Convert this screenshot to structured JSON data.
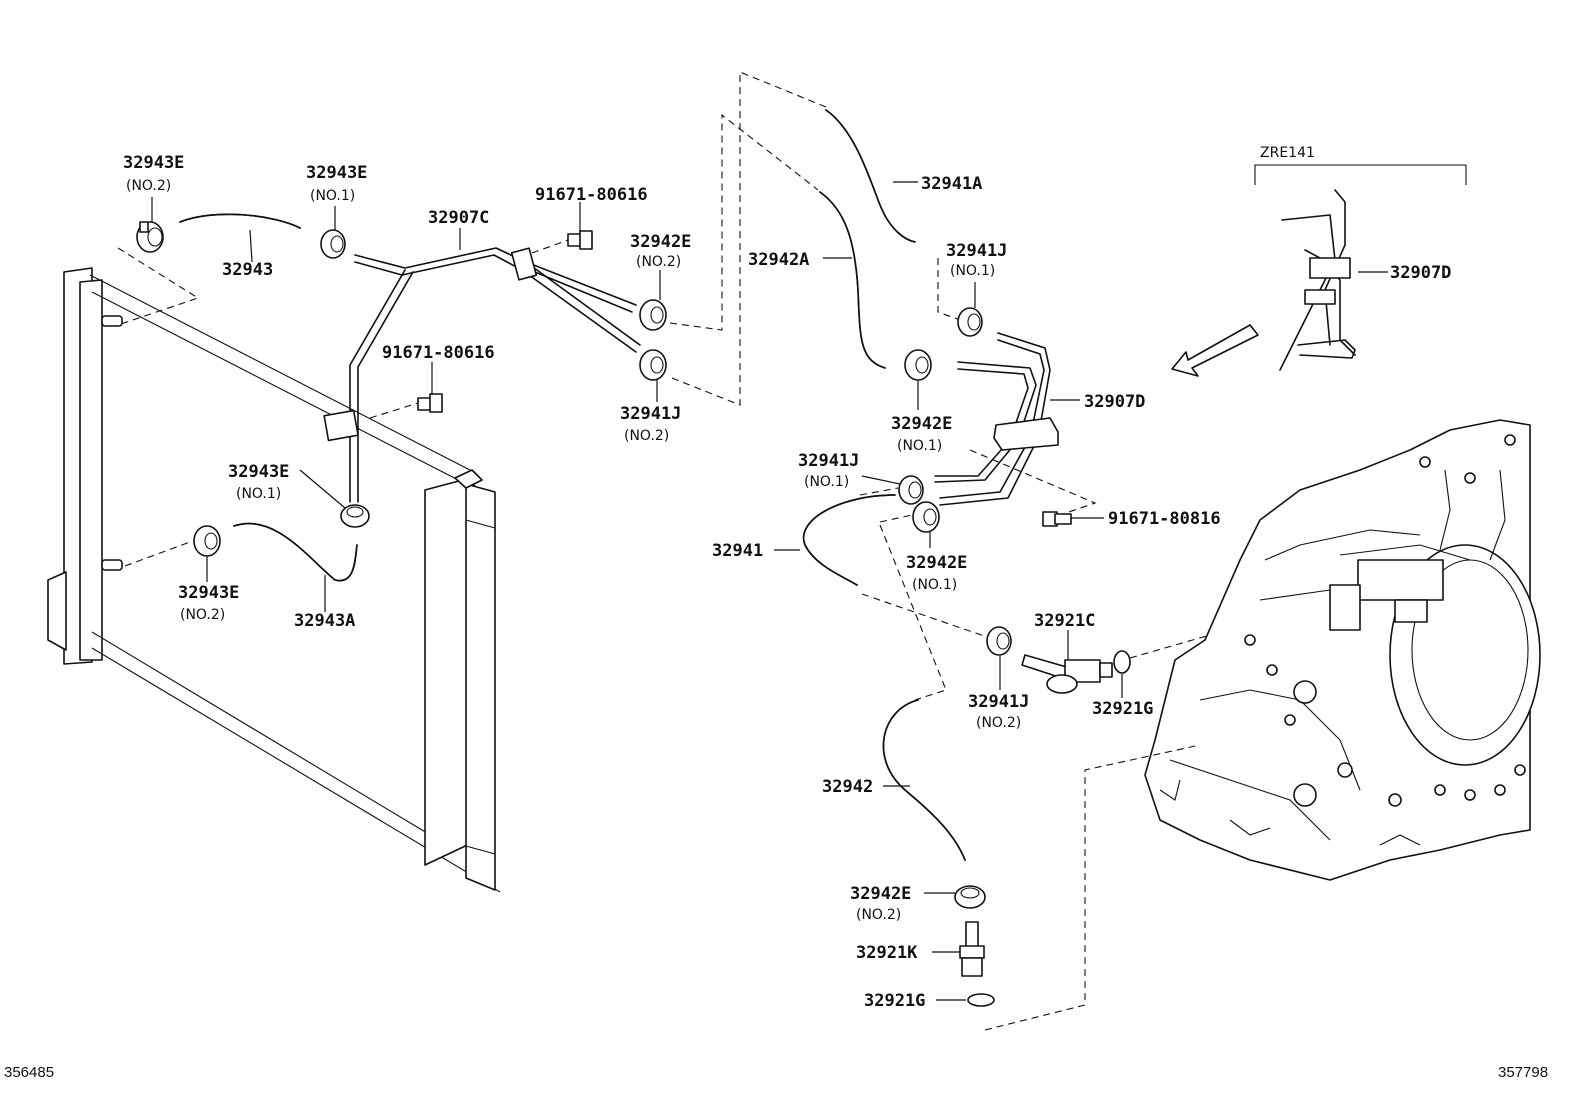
{
  "labels": {
    "p32943E_no2_top": "32943E",
    "p32943E_no2_top_sub": "(NO.2)",
    "p32943E_no1_top": "32943E",
    "p32943E_no1_top_sub": "(NO.1)",
    "p32943": "32943",
    "p32907C": "32907C",
    "p91671_80616_top": "91671-80616",
    "p32942E_no2_top": "32942E",
    "p32942E_no2_top_sub": "(NO.2)",
    "p32941J_no2_top": "32941J",
    "p32941J_no2_top_sub": "(NO.2)",
    "p91671_80616_mid": "91671-80616",
    "p32943E_no1_mid": "32943E",
    "p32943E_no1_mid_sub": "(NO.1)",
    "p32943E_no2_mid": "32943E",
    "p32943E_no2_mid_sub": "(NO.2)",
    "p32943A": "32943A",
    "p32941A": "32941A",
    "p32942A": "32942A",
    "p32941J_no1_top": "32941J",
    "p32941J_no1_top_sub": "(NO.1)",
    "p32942E_no1_mid": "32942E",
    "p32942E_no1_mid_sub": "(NO.1)",
    "p32907D": "32907D",
    "p32907D_inset": "32907D",
    "zre141": "ZRE141",
    "p32941J_no1_mid": "32941J",
    "p32941J_no1_mid_sub": "(NO.1)",
    "p91671_80816": "91671-80816",
    "p32941": "32941",
    "p32942E_no1_low": "32942E",
    "p32942E_no1_low_sub": "(NO.1)",
    "p32921C": "32921C",
    "p32941J_no2_low": "32941J",
    "p32941J_no2_low_sub": "(NO.2)",
    "p32921G_right": "32921G",
    "p32942": "32942",
    "p32942E_no2_bot": "32942E",
    "p32942E_no2_bot_sub": "(NO.2)",
    "p32921K": "32921K",
    "p32921G_bot": "32921G"
  },
  "footer": {
    "left_id": "356485",
    "right_id": "357798"
  }
}
